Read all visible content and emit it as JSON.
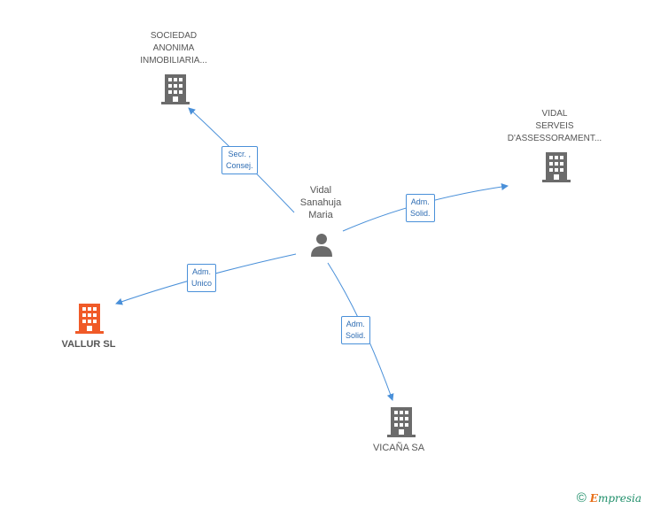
{
  "center": {
    "name_lines": [
      "Vidal",
      "Sanahuja",
      "Maria"
    ]
  },
  "nodes": {
    "sociedad": {
      "lines": [
        "SOCIEDAD",
        "ANONIMA",
        "INMOBILIARIA..."
      ]
    },
    "vidal": {
      "lines": [
        "VIDAL",
        "SERVEIS",
        "D'ASSESSORAMENT..."
      ]
    },
    "vallur": {
      "label": "VALLUR SL"
    },
    "vicana": {
      "label": "VICAÑA SA"
    }
  },
  "edges": {
    "sociedad": [
      "Secr. ,",
      "Consej."
    ],
    "vidal": [
      "Adm.",
      "Solid."
    ],
    "vallur": [
      "Adm.",
      "Unico"
    ],
    "vicana": [
      "Adm.",
      "Solid."
    ]
  },
  "footer": {
    "copyright": "©",
    "brand_first": "E",
    "brand_rest": "mpresia"
  },
  "colors": {
    "edge": "#4a90d9",
    "building": "#6b6b6b",
    "building_highlight": "#f05a28",
    "person": "#6b6b6b"
  },
  "icons": {
    "person": "person-icon",
    "building": "building-icon"
  }
}
